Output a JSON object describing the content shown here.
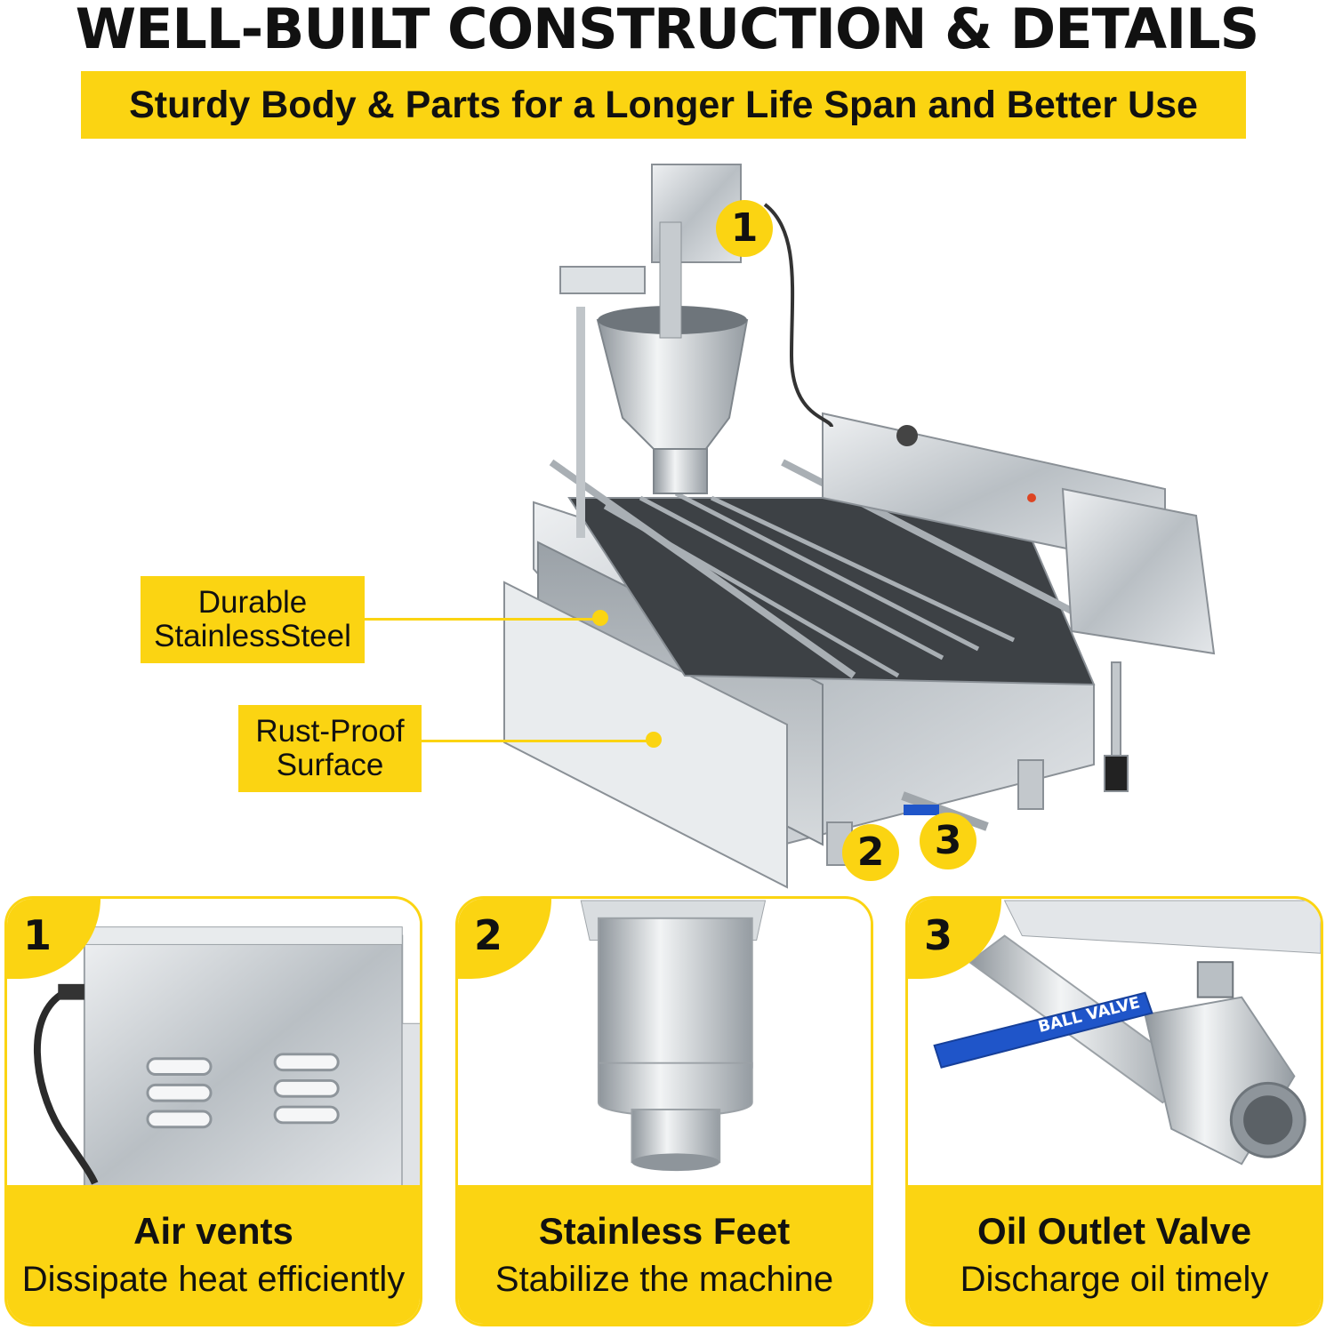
{
  "header": {
    "title": "WELL-BUILT CONSTRUCTION & DETAILS",
    "banner": "Sturdy Body & Parts for a Longer Life Span and Better Use"
  },
  "hero": {
    "badges": [
      "1",
      "2",
      "3"
    ],
    "callouts": [
      {
        "line1": "Durable",
        "line2": "StainlessSteel"
      },
      {
        "line1": "Rust-Proof",
        "line2": "Surface"
      }
    ]
  },
  "cards": [
    {
      "num": "1",
      "title": "Air vents",
      "subtitle": "Dissipate heat efficiently"
    },
    {
      "num": "2",
      "title": "Stainless Feet",
      "subtitle": "Stabilize the machine"
    },
    {
      "num": "3",
      "title": "Oil Outlet Valve",
      "subtitle": "Discharge oil timely"
    }
  ],
  "valve_handle_text": "BALL VALVE",
  "colors": {
    "accent": "#fbd412",
    "steel": "#c9ced2",
    "valve_handle": "#1f55c9"
  }
}
